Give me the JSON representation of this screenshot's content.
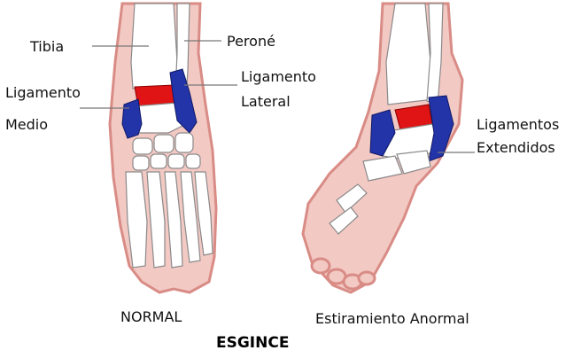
{
  "labels": {
    "tibia": "Tibia",
    "perone": "Peroné",
    "ligamento_lateral_1": "Ligamento",
    "ligamento_lateral_2": "Lateral",
    "ligamento_medio_1": "Ligamento",
    "ligamento_medio_2": "Medio",
    "ligamentos_ext_1": "Ligamentos",
    "ligamentos_ext_2": "Extendidos"
  },
  "captions": {
    "normal": "NORMAL",
    "abnormal": "Estiramiento Anormal"
  },
  "title": "ESGINCE",
  "colors": {
    "skin": "#f3c9c4",
    "skin_edge": "#d98c86",
    "bone": "#ffffff",
    "ligament": "#2333a8",
    "cartilage": "#e01414"
  }
}
